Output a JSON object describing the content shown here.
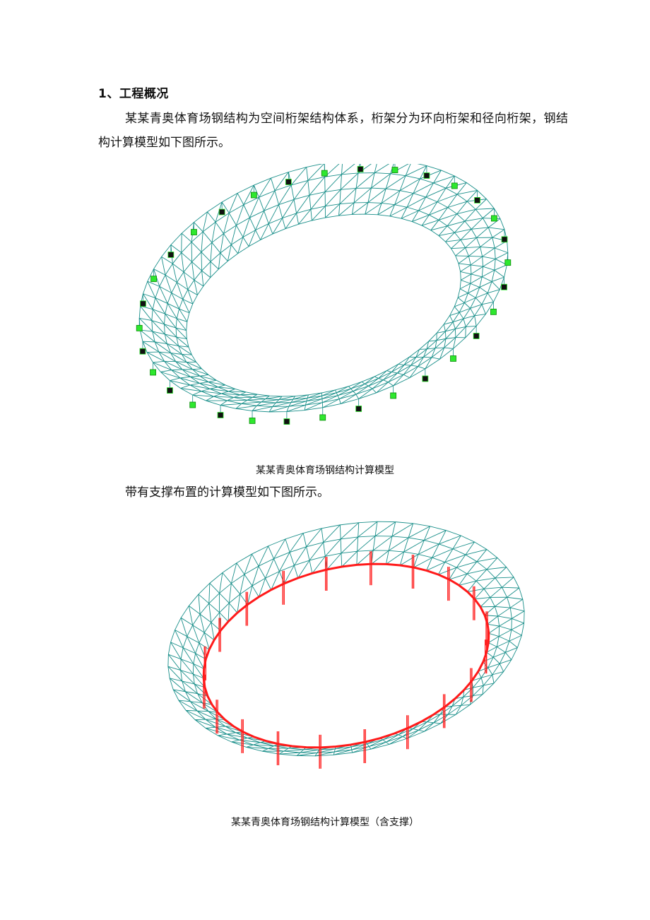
{
  "section": {
    "heading": "1、工程概况",
    "paragraph1": "某某青奥体育场钢结构为空间桁架结构体系，桁架分为环向桁架和径向桁架，钢结构计算模型如下图所示。",
    "caption1": "某某青奥体育场钢结构计算模型",
    "paragraph2": "带有支撑布置的计算模型如下图所示。",
    "caption2": "某某青奥体育场钢结构计算模型（含支撑）"
  },
  "colors": {
    "truss": "#1a8f8a",
    "support_node": "#2ee82e",
    "support_dark": "#111111",
    "bracing": "#ff1a1a"
  }
}
